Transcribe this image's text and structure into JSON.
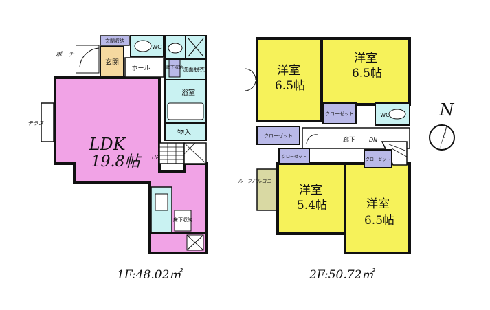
{
  "floor1": {
    "rooms": {
      "ldk_name": "LDK",
      "ldk_size": "19.8帖",
      "genkan": "玄関",
      "genkan_storage": "玄関収納",
      "porch": "ポーチ",
      "hall": "ホール",
      "wc": "WC",
      "washroom": "洗面脱衣",
      "corridor_storage": "廊下収納",
      "bath": "浴室",
      "storage": "物入",
      "terrace": "テラス",
      "kitchen_storage": "床下収納",
      "up": "UP"
    },
    "area_label": "1F:48.02㎡"
  },
  "floor2": {
    "rooms": {
      "room_nw_name": "洋室",
      "room_nw_size": "6.5帖",
      "room_ne_name": "洋室",
      "room_ne_size": "6.5帖",
      "room_sw_name": "洋室",
      "room_sw_size": "5.4帖",
      "room_se_name": "洋室",
      "room_se_size": "6.5帖",
      "closet_a": "クローゼット",
      "closet_b": "クローゼット",
      "closet_c": "クローゼット",
      "closet_d": "クローゼット",
      "wc": "WC",
      "hallway": "廊下",
      "dn": "DN",
      "roof_balcony": "ルーフバルコニー"
    },
    "area_label": "2F:50.72㎡"
  },
  "compass": {
    "label": "N"
  },
  "colors": {
    "ldk": "#f1a3e6",
    "wet": "#c9f2f2",
    "genkan": "#f5d9a0",
    "bedroom": "#f6f25a",
    "closet": "#b9b9e8",
    "balcony": "#d9d9a3",
    "wall": "#111111"
  }
}
